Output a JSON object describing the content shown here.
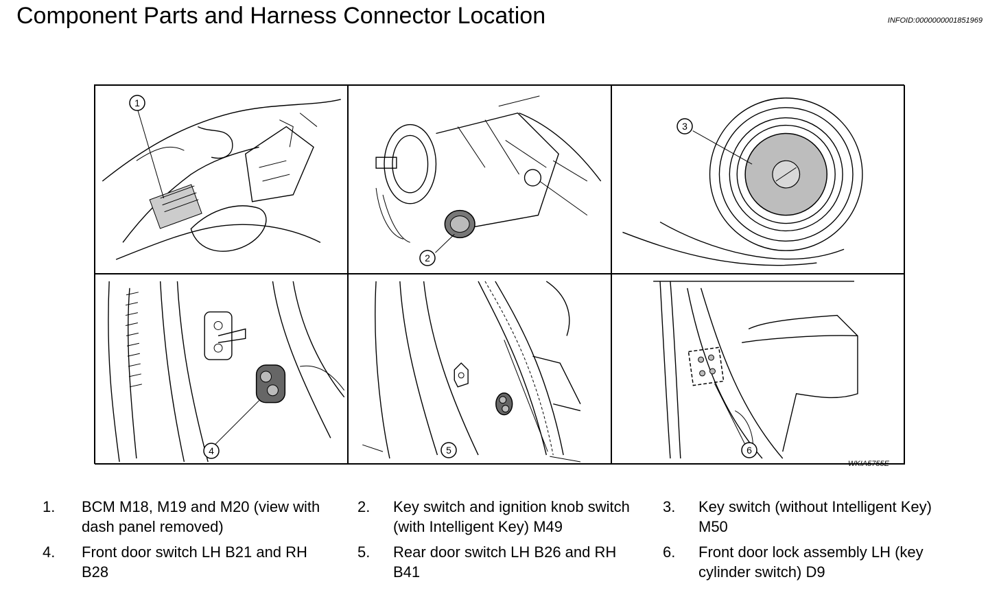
{
  "page": {
    "title": "Component Parts and Harness Connector Location",
    "infoid": "INFOID:0000000001851969"
  },
  "figure": {
    "code": "WKIA5755E",
    "callouts": [
      "1",
      "2",
      "3",
      "4",
      "5",
      "6"
    ]
  },
  "legend": [
    {
      "num": "1.",
      "text": "BCM M18, M19 and M20 (view with dash panel removed)"
    },
    {
      "num": "2.",
      "text": "Key switch and ignition knob switch (with Intelligent Key) M49"
    },
    {
      "num": "3.",
      "text": "Key switch (without Intelligent Key) M50"
    },
    {
      "num": "4.",
      "text": "Front door switch LH B21 and RH B28"
    },
    {
      "num": "5.",
      "text": "Rear door switch LH B26 and RH B41"
    },
    {
      "num": "6.",
      "text": "Front door lock assembly LH (key cylinder switch) D9"
    }
  ]
}
